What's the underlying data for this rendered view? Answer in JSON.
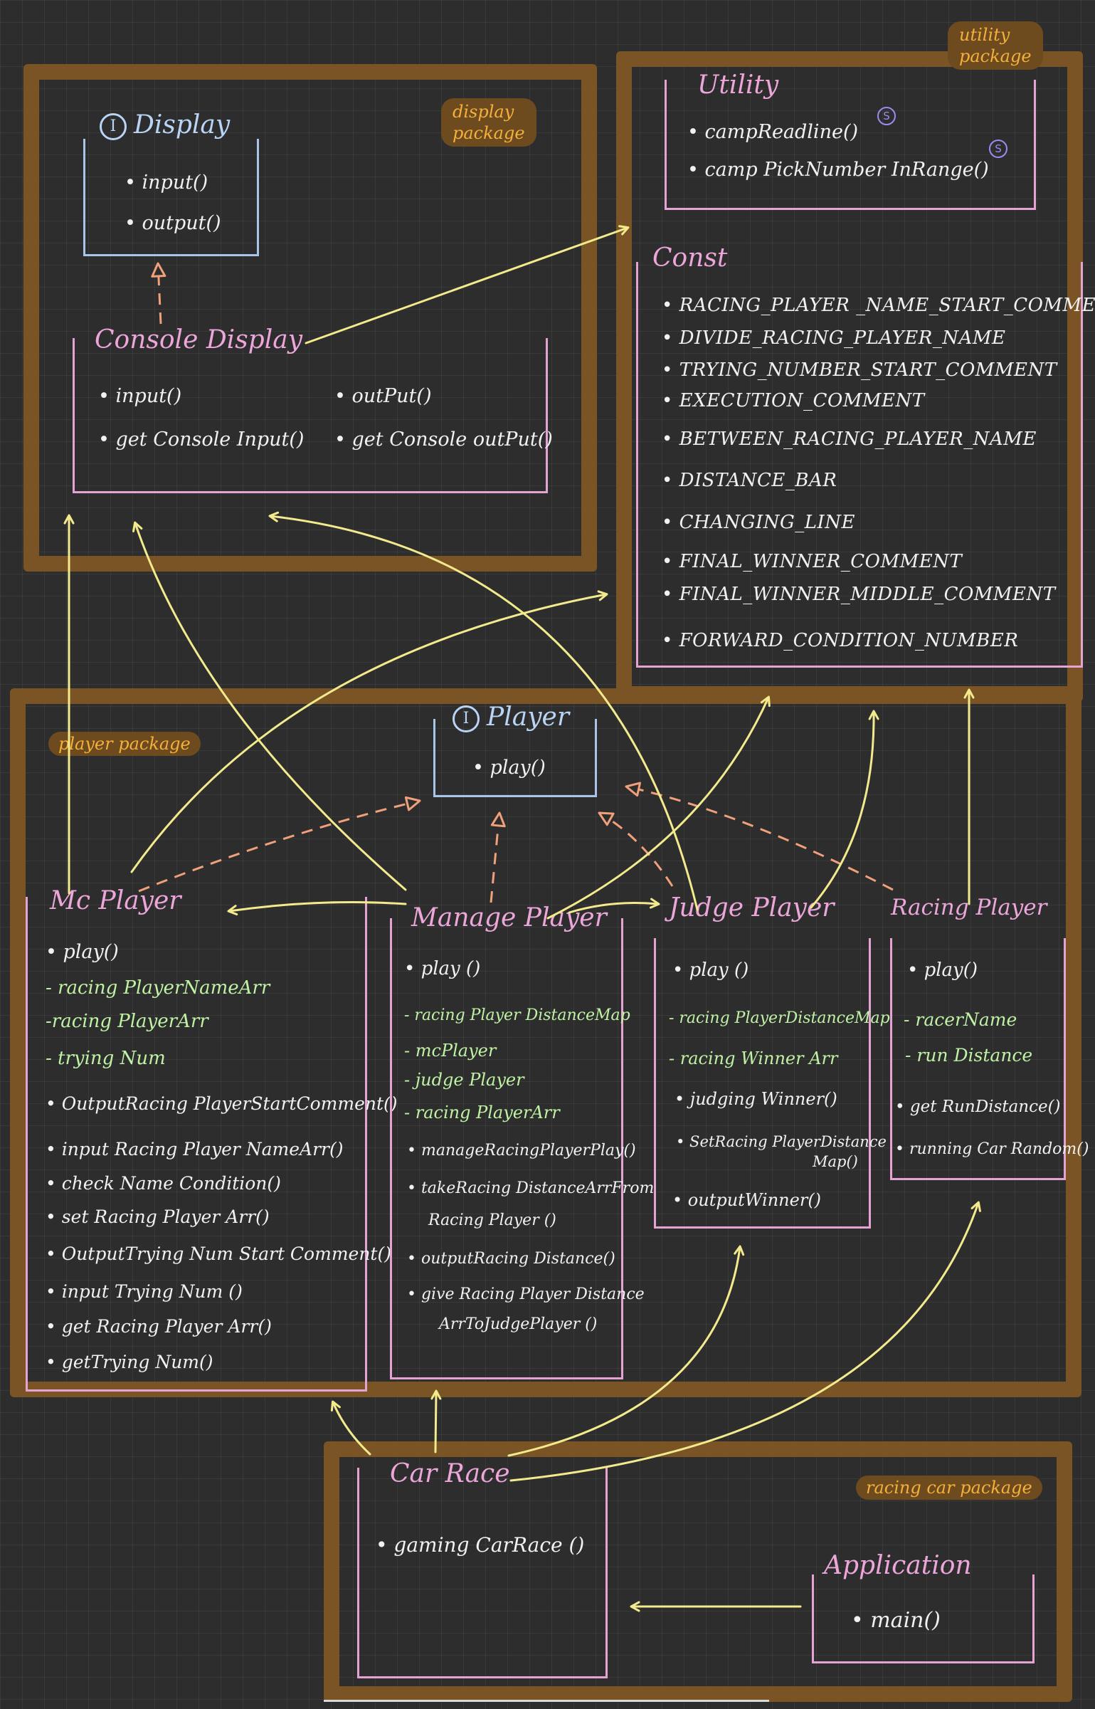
{
  "packages": {
    "display": {
      "label_1": "display",
      "label_2": "package"
    },
    "utility": {
      "label_1": "utility",
      "label_2": "package"
    },
    "player": {
      "label": "player package"
    },
    "racingcar": {
      "label": "racing car package"
    }
  },
  "classes": {
    "display": {
      "badge": "I",
      "name": "Display",
      "methods": [
        "• input()",
        "• output()"
      ]
    },
    "console_display": {
      "name": "Console Display",
      "methods": [
        "• input()",
        "• outPut()",
        "• get Console Input()",
        "• get Console outPut()"
      ]
    },
    "utility": {
      "name": "Utility",
      "static_badge": "S",
      "methods": [
        "• campReadline()",
        "• camp PickNumber InRange()"
      ]
    },
    "const": {
      "name": "Const",
      "constants": [
        "• RACING_PLAYER _NAME_START_COMMENT",
        "• DIVIDE_RACING_PLAYER_NAME",
        "• TRYING_NUMBER_START_COMMENT",
        "• EXECUTION_COMMENT",
        "• BETWEEN_RACING_PLAYER_NAME",
        "• DISTANCE_BAR",
        "• CHANGING_LINE",
        "• FINAL_WINNER_COMMENT",
        "• FINAL_WINNER_MIDDLE_COMMENT",
        "• FORWARD_CONDITION_NUMBER"
      ]
    },
    "player": {
      "badge": "I",
      "name": "Player",
      "methods": [
        "• play()"
      ]
    },
    "mc_player": {
      "name": "Mc Player",
      "play": "• play()",
      "fields": [
        "- racing PlayerNameArr",
        "-racing PlayerArr",
        "- trying Num"
      ],
      "methods": [
        "• OutputRacing PlayerStartComment()",
        "• input Racing Player NameArr()",
        "• check Name Condition()",
        "• set Racing Player Arr()",
        "• OutputTrying Num Start Comment()",
        "• input Trying Num ()",
        "• get Racing Player Arr()",
        "• getTrying Num()"
      ]
    },
    "manage_player": {
      "name": "Manage Player",
      "play": "• play ()",
      "fields": [
        "- racing Player DistanceMap",
        "- mcPlayer",
        "- judge Player",
        "- racing PlayerArr"
      ],
      "methods": [
        "• manageRacingPlayerPlay()",
        "• takeRacing DistanceArrFrom",
        "Racing Player ()",
        "• outputRacing Distance()",
        "• give Racing Player Distance",
        "ArrToJudgePlayer ()"
      ]
    },
    "judge_player": {
      "name": "Judge Player",
      "play": "• play ()",
      "fields": [
        "- racing PlayerDistanceMap",
        "- racing Winner Arr"
      ],
      "methods": [
        "• judging Winner()",
        "• SetRacing PlayerDistance",
        "Map()",
        "• outputWinner()"
      ]
    },
    "racing_player": {
      "name": "Racing Player",
      "play": "• play()",
      "fields": [
        "- racerName",
        "- run Distance"
      ],
      "methods": [
        "• get RunDistance()",
        "• running Car Random()"
      ]
    },
    "car_race": {
      "name": "Car Race",
      "methods": [
        "• gaming CarRace ()"
      ]
    },
    "application": {
      "name": "Application",
      "methods": [
        "• main()"
      ]
    }
  },
  "colors": {
    "package_border": "#7a5424",
    "package_label": "#f3b13b",
    "class_pink": "#e5a3d3",
    "interface_blue": "#a9c6ea",
    "field_green": "#bff2a4",
    "association_arrow": "#f2ea8c",
    "realization_arrow": "#f0a07a"
  }
}
